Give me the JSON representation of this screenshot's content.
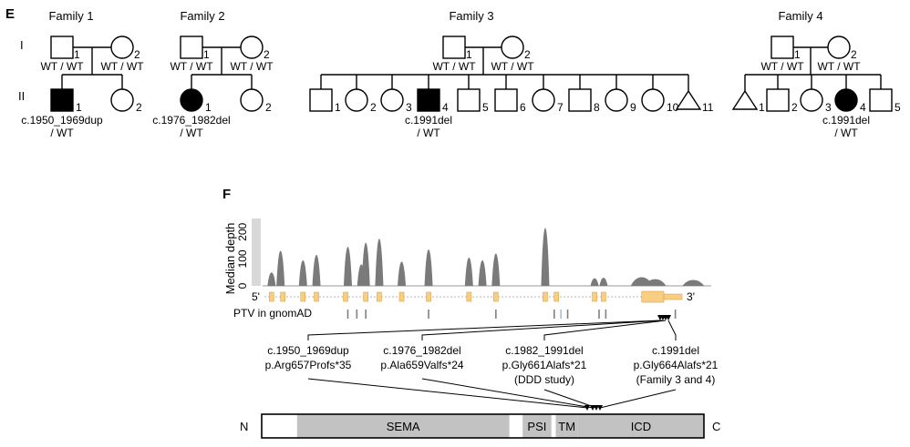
{
  "panel_e": {
    "label": "E",
    "generation_labels": [
      "I",
      "II"
    ],
    "families": [
      {
        "title": "Family 1",
        "gen1": [
          {
            "sex": "male",
            "affected": false,
            "number": "1",
            "genotype": "WT / WT"
          },
          {
            "sex": "female",
            "affected": false,
            "number": "2",
            "genotype": "WT / WT"
          }
        ],
        "gen2": [
          {
            "sex": "male",
            "affected": true,
            "number": "1",
            "variant_line1": "c.1950_1969dup",
            "variant_line2": "/ WT"
          },
          {
            "sex": "female",
            "affected": false,
            "number": "2"
          }
        ]
      },
      {
        "title": "Family 2",
        "gen1": [
          {
            "sex": "male",
            "affected": false,
            "number": "1",
            "genotype": "WT / WT"
          },
          {
            "sex": "female",
            "affected": false,
            "number": "2",
            "genotype": "WT / WT"
          }
        ],
        "gen2": [
          {
            "sex": "female",
            "affected": true,
            "number": "1",
            "variant_line1": "c.1976_1982del",
            "variant_line2": "/ WT"
          },
          {
            "sex": "female",
            "affected": false,
            "number": "2"
          }
        ]
      },
      {
        "title": "Family 3",
        "gen1": [
          {
            "sex": "male",
            "affected": false,
            "number": "1",
            "genotype": "WT / WT"
          },
          {
            "sex": "female",
            "affected": false,
            "number": "2",
            "genotype": "WT / WT"
          }
        ],
        "gen2": [
          {
            "sex": "male",
            "affected": false,
            "number": "1"
          },
          {
            "sex": "female",
            "affected": false,
            "number": "2"
          },
          {
            "sex": "female",
            "affected": false,
            "number": "3"
          },
          {
            "sex": "male",
            "affected": true,
            "number": "4",
            "variant_line1": "c.1991del",
            "variant_line2": "/ WT"
          },
          {
            "sex": "male",
            "affected": false,
            "number": "5"
          },
          {
            "sex": "male",
            "affected": false,
            "number": "6"
          },
          {
            "sex": "female",
            "affected": false,
            "number": "7"
          },
          {
            "sex": "male",
            "affected": false,
            "number": "8"
          },
          {
            "sex": "female",
            "affected": false,
            "number": "9"
          },
          {
            "sex": "female",
            "affected": false,
            "number": "10"
          },
          {
            "sex": "unknown",
            "affected": false,
            "number": "11"
          }
        ]
      },
      {
        "title": "Family 4",
        "gen1": [
          {
            "sex": "male",
            "affected": false,
            "number": "1",
            "genotype": "WT / WT"
          },
          {
            "sex": "female",
            "affected": false,
            "number": "2",
            "genotype": "WT / WT"
          }
        ],
        "gen2": [
          {
            "sex": "unknown",
            "affected": false,
            "number": "1"
          },
          {
            "sex": "male",
            "affected": false,
            "number": "2"
          },
          {
            "sex": "female",
            "affected": false,
            "number": "3"
          },
          {
            "sex": "female",
            "affected": true,
            "number": "4",
            "variant_line1": "c.1991del",
            "variant_line2": "/ WT"
          },
          {
            "sex": "male",
            "affected": false,
            "number": "5"
          }
        ]
      }
    ]
  },
  "panel_f": {
    "label": "F",
    "coverage": {
      "ylabel": "Median depth",
      "yticks": [
        "0",
        "100",
        "200"
      ],
      "ymax": 250,
      "peaks": [
        {
          "pos": 0.02,
          "height": 50
        },
        {
          "pos": 0.04,
          "height": 130
        },
        {
          "pos": 0.09,
          "height": 95
        },
        {
          "pos": 0.12,
          "height": 115
        },
        {
          "pos": 0.19,
          "height": 145
        },
        {
          "pos": 0.22,
          "height": 80
        },
        {
          "pos": 0.23,
          "height": 160
        },
        {
          "pos": 0.26,
          "height": 175
        },
        {
          "pos": 0.31,
          "height": 90
        },
        {
          "pos": 0.37,
          "height": 135
        },
        {
          "pos": 0.46,
          "height": 105
        },
        {
          "pos": 0.49,
          "height": 95
        },
        {
          "pos": 0.52,
          "height": 120
        },
        {
          "pos": 0.63,
          "height": 215
        },
        {
          "pos": 0.74,
          "height": 28
        },
        {
          "pos": 0.76,
          "height": 30
        },
        {
          "pos": 0.845,
          "height": 32
        },
        {
          "pos": 0.875,
          "height": 25
        },
        {
          "pos": 0.96,
          "height": 22
        }
      ],
      "color": "#7a7a7a",
      "band_color": "#d8d8d8"
    },
    "gene_model": {
      "five_prime": "5'",
      "three_prime": "3'",
      "exon_color": "#f9cd82",
      "exon_positions": [
        0.02,
        0.045,
        0.09,
        0.12,
        0.185,
        0.23,
        0.26,
        0.31,
        0.37,
        0.46,
        0.52,
        0.63,
        0.655,
        0.74,
        0.76
      ],
      "last_exon": [
        0.845,
        0.935
      ]
    },
    "ptv": {
      "label": "PTV in gnomAD",
      "positions": [
        0.19,
        0.21,
        0.23,
        0.37,
        0.52,
        0.65,
        0.665,
        0.68,
        0.75,
        0.765,
        0.92
      ],
      "light_positions": [
        0.205,
        0.665
      ],
      "color": "#808080"
    },
    "variants": [
      {
        "cdna": "c.1950_1969dup",
        "protein": "p.Arg657Profs*35"
      },
      {
        "cdna": "c.1976_1982del",
        "protein": "p.Ala659Valfs*24"
      },
      {
        "cdna": "c.1982_1991del",
        "protein": "p.Gly661Alafs*21",
        "note": "(DDD study)"
      },
      {
        "cdna": "c.1991del",
        "protein": "p.Gly664Alafs*21",
        "note": "(Family 3 and 4)"
      }
    ],
    "protein": {
      "n_label": "N",
      "c_label": "C",
      "domain_color": "#c2c2c2",
      "domains": [
        {
          "name": "SEMA",
          "start": 0.08,
          "end": 0.56
        },
        {
          "name": "PSI",
          "start": 0.59,
          "end": 0.655
        },
        {
          "name": "TM",
          "start": 0.665,
          "end": 0.715
        },
        {
          "name": "ICD",
          "start": 0.715,
          "end": 1.0
        }
      ]
    }
  }
}
